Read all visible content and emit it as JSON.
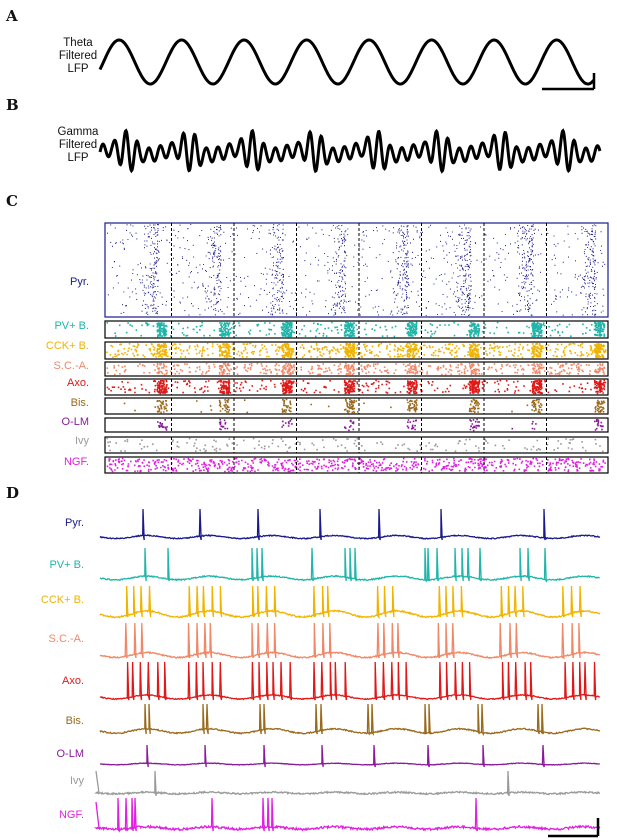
{
  "panels": {
    "a": {
      "letter": "A",
      "label_lines": [
        "Theta",
        "Filtered",
        "LFP"
      ],
      "cycles": 8
    },
    "b": {
      "letter": "B",
      "label_lines": [
        "Gamma",
        "Filtered",
        "LFP"
      ]
    },
    "c": {
      "letter": "C"
    },
    "d": {
      "letter": "D"
    }
  },
  "cell_types": [
    {
      "key": "pyr",
      "label": "Pyr.",
      "color": "#1a1a8c"
    },
    {
      "key": "pv",
      "label": "PV+ B.",
      "color": "#1fb5a8"
    },
    {
      "key": "cck",
      "label": "CCK+ B.",
      "color": "#f0b400"
    },
    {
      "key": "sca",
      "label": "S.C.-A.",
      "color": "#f08868"
    },
    {
      "key": "axo",
      "label": "Axo.",
      "color": "#e01818"
    },
    {
      "key": "bis",
      "label": "Bis.",
      "color": "#9a6a1c"
    },
    {
      "key": "olm",
      "label": "O-LM",
      "color": "#8a1a9a"
    },
    {
      "key": "ivy",
      "label": "Ivy",
      "color": "#9a9a9a"
    },
    {
      "key": "ngf",
      "label": "NGF.",
      "color": "#e020e0"
    }
  ],
  "colors": {
    "lfp": "#000000",
    "frame": "#000000"
  }
}
